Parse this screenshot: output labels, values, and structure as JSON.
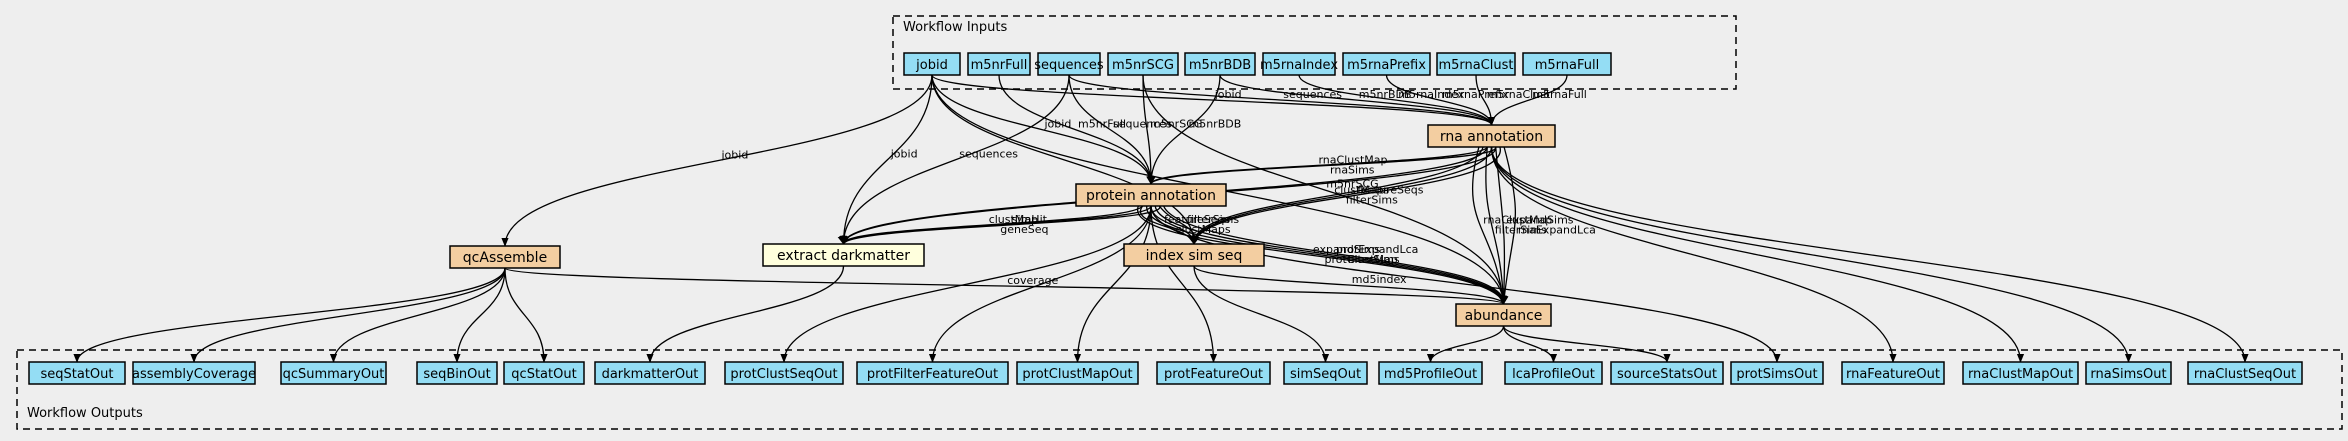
{
  "diagram": {
    "inputs_label": "Workflow Inputs",
    "outputs_label": "Workflow Outputs",
    "colors": {
      "background": "#eeeeee",
      "input_output_fill": "#94ddf4",
      "step_fill": "#f3cea1",
      "subworkflow_fill": "#ffffdd",
      "stroke": "#000000"
    }
  },
  "inputs": [
    {
      "id": "jobid",
      "label": "jobid"
    },
    {
      "id": "m5nrFull",
      "label": "m5nrFull"
    },
    {
      "id": "sequences",
      "label": "sequences"
    },
    {
      "id": "m5nrSCG",
      "label": "m5nrSCG"
    },
    {
      "id": "m5nrBDB",
      "label": "m5nrBDB"
    },
    {
      "id": "m5rnaIndex",
      "label": "m5rnaIndex"
    },
    {
      "id": "m5rnaPrefix",
      "label": "m5rnaPrefix"
    },
    {
      "id": "m5rnaClust",
      "label": "m5rnaClust"
    },
    {
      "id": "m5rnaFull",
      "label": "m5rnaFull"
    }
  ],
  "steps": [
    {
      "id": "rna",
      "label": "rna annotation"
    },
    {
      "id": "protein",
      "label": "protein annotation"
    },
    {
      "id": "qc",
      "label": "qcAssemble"
    },
    {
      "id": "dark",
      "label": "extract darkmatter"
    },
    {
      "id": "index",
      "label": "index sim seq"
    },
    {
      "id": "abund",
      "label": "abundance"
    }
  ],
  "outputs": [
    {
      "id": "seqStatOut",
      "label": "seqStatOut"
    },
    {
      "id": "assemblyCoverage",
      "label": "assemblyCoverage"
    },
    {
      "id": "qcSummaryOut",
      "label": "qcSummaryOut"
    },
    {
      "id": "seqBinOut",
      "label": "seqBinOut"
    },
    {
      "id": "qcStatOut",
      "label": "qcStatOut"
    },
    {
      "id": "darkmatterOut",
      "label": "darkmatterOut"
    },
    {
      "id": "protClustSeqOut",
      "label": "protClustSeqOut"
    },
    {
      "id": "protFilterFeatureOut",
      "label": "protFilterFeatureOut"
    },
    {
      "id": "protClustMapOut",
      "label": "protClustMapOut"
    },
    {
      "id": "protFeatureOut",
      "label": "protFeatureOut"
    },
    {
      "id": "simSeqOut",
      "label": "simSeqOut"
    },
    {
      "id": "md5ProfileOut",
      "label": "md5ProfileOut"
    },
    {
      "id": "lcaProfileOut",
      "label": "lcaProfileOut"
    },
    {
      "id": "sourceStatsOut",
      "label": "sourceStatsOut"
    },
    {
      "id": "protSimsOut",
      "label": "protSimsOut"
    },
    {
      "id": "rnaFeatureOut",
      "label": "rnaFeatureOut"
    },
    {
      "id": "rnaClustMapOut",
      "label": "rnaClustMapOut"
    },
    {
      "id": "rnaSimsOut",
      "label": "rnaSimsOut"
    },
    {
      "id": "rnaClustSeqOut",
      "label": "rnaClustSeqOut"
    }
  ],
  "edges": [
    {
      "from": "jobid",
      "to": "rna",
      "label": "jobid"
    },
    {
      "from": "jobid",
      "to": "protein",
      "label": "jobid"
    },
    {
      "from": "jobid",
      "to": "qc",
      "label": "jobid"
    },
    {
      "from": "jobid",
      "to": "dark",
      "label": "jobid"
    },
    {
      "from": "jobid",
      "to": "index",
      "label": ""
    },
    {
      "from": "jobid",
      "to": "abund",
      "label": ""
    },
    {
      "from": "m5nrFull",
      "to": "protein",
      "label": "m5nrFull"
    },
    {
      "from": "sequences",
      "to": "rna",
      "label": "sequences"
    },
    {
      "from": "sequences",
      "to": "protein",
      "label": "sequences"
    },
    {
      "from": "sequences",
      "to": "dark",
      "label": "sequences"
    },
    {
      "from": "m5nrSCG",
      "to": "protein",
      "label": "m5nrSCG"
    },
    {
      "from": "m5nrSCG",
      "to": "abund",
      "label": "m5nrSCG"
    },
    {
      "from": "m5nrBDB",
      "to": "rna",
      "label": "m5nrBDB"
    },
    {
      "from": "m5nrBDB",
      "to": "protein",
      "label": "m5nrBDB"
    },
    {
      "from": "m5rnaIndex",
      "to": "rna",
      "label": "m5rnaIndex"
    },
    {
      "from": "m5rnaPrefix",
      "to": "rna",
      "label": "m5rnaPrefix"
    },
    {
      "from": "m5rnaClust",
      "to": "rna",
      "label": "m5rnaClust"
    },
    {
      "from": "m5rnaFull",
      "to": "rna",
      "label": "m5rnaFull"
    },
    {
      "from": "rna",
      "to": "protein",
      "label": "rnaClustMap"
    },
    {
      "from": "rna",
      "to": "protein",
      "label": "rnaSims"
    },
    {
      "from": "rna",
      "to": "dark",
      "label": "clustMap"
    },
    {
      "from": "rna",
      "to": "dark",
      "label": "simHit"
    },
    {
      "from": "rna",
      "to": "index",
      "label": "clustMaps"
    },
    {
      "from": "rna",
      "to": "index",
      "label": "filterSims"
    },
    {
      "from": "rna",
      "to": "index",
      "label": "featureSeqs"
    },
    {
      "from": "rna",
      "to": "abund",
      "label": "rnaClustMap"
    },
    {
      "from": "rna",
      "to": "abund",
      "label": "filterSims"
    },
    {
      "from": "rna",
      "to": "abund",
      "label": "expandSims"
    },
    {
      "from": "rna",
      "to": "abund",
      "label": "rnaExpandLca"
    },
    {
      "from": "rna",
      "to": "rnaFeatureOut",
      "label": ""
    },
    {
      "from": "rna",
      "to": "rnaClustMapOut",
      "label": ""
    },
    {
      "from": "rna",
      "to": "rnaSimsOut",
      "label": ""
    },
    {
      "from": "rna",
      "to": "rnaClustSeqOut",
      "label": ""
    },
    {
      "from": "protein",
      "to": "dark",
      "label": "clustMap"
    },
    {
      "from": "protein",
      "to": "dark",
      "label": "geneSeq"
    },
    {
      "from": "protein",
      "to": "dark",
      "label": "simHit"
    },
    {
      "from": "protein",
      "to": "index",
      "label": "featureSeqs"
    },
    {
      "from": "protein",
      "to": "index",
      "label": "clustMaps"
    },
    {
      "from": "protein",
      "to": "index",
      "label": "filterSims"
    },
    {
      "from": "protein",
      "to": "abund",
      "label": "expandSims"
    },
    {
      "from": "protein",
      "to": "abund",
      "label": "protClustMap"
    },
    {
      "from": "protein",
      "to": "abund",
      "label": "protExpandLca"
    },
    {
      "from": "protein",
      "to": "abund",
      "label": "filterSims"
    },
    {
      "from": "protein",
      "to": "protClustSeqOut",
      "label": ""
    },
    {
      "from": "protein",
      "to": "protFilterFeatureOut",
      "label": ""
    },
    {
      "from": "protein",
      "to": "protClustMapOut",
      "label": ""
    },
    {
      "from": "protein",
      "to": "protFeatureOut",
      "label": ""
    },
    {
      "from": "protein",
      "to": "protSimsOut",
      "label": ""
    },
    {
      "from": "qc",
      "to": "seqStatOut",
      "label": ""
    },
    {
      "from": "qc",
      "to": "assemblyCoverage",
      "label": ""
    },
    {
      "from": "qc",
      "to": "qcSummaryOut",
      "label": ""
    },
    {
      "from": "qc",
      "to": "seqBinOut",
      "label": ""
    },
    {
      "from": "qc",
      "to": "qcStatOut",
      "label": ""
    },
    {
      "from": "qc",
      "to": "abund",
      "label": "coverage"
    },
    {
      "from": "dark",
      "to": "darkmatterOut",
      "label": ""
    },
    {
      "from": "index",
      "to": "abund",
      "label": "md5index"
    },
    {
      "from": "index",
      "to": "simSeqOut",
      "label": ""
    },
    {
      "from": "abund",
      "to": "md5ProfileOut",
      "label": ""
    },
    {
      "from": "abund",
      "to": "lcaProfileOut",
      "label": ""
    },
    {
      "from": "abund",
      "to": "sourceStatsOut",
      "label": ""
    }
  ]
}
